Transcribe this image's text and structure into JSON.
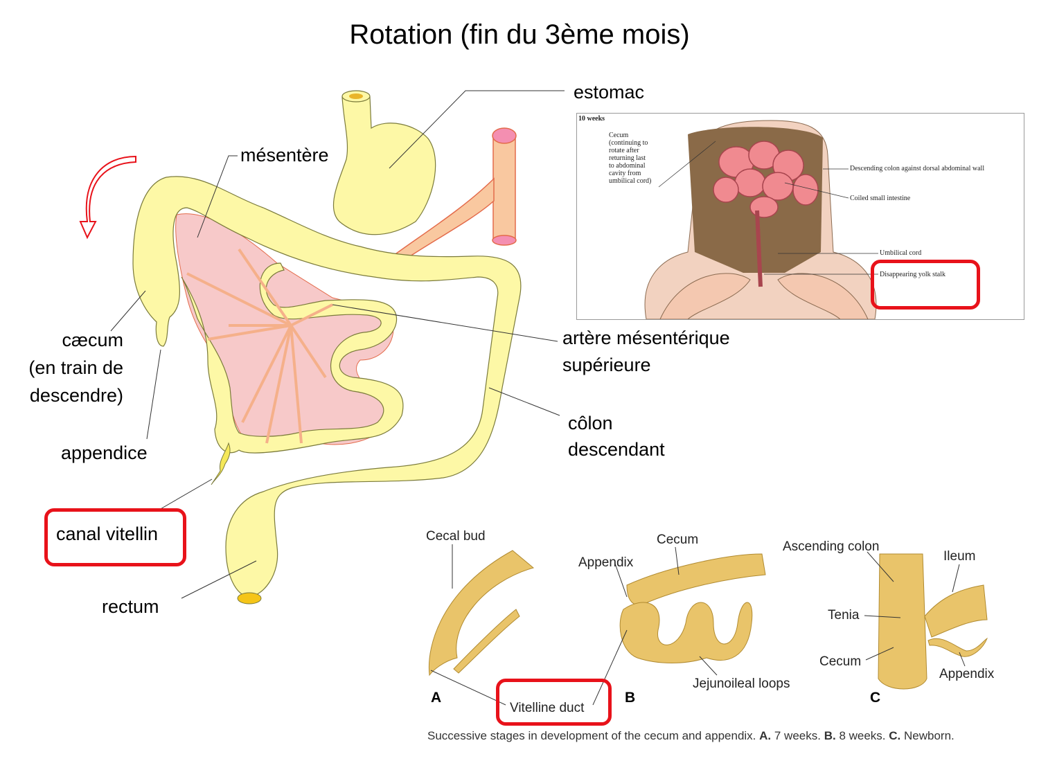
{
  "title": "Rotation (fin du 3ème mois)",
  "labels": {
    "estomac": "estomac",
    "mesentere": "mésentère",
    "caecum_1": "cæcum",
    "caecum_2": "(en train de",
    "caecum_3": "descendre)",
    "appendice": "appendice",
    "canal_vitellin": "canal vitellin",
    "rectum": "rectum",
    "artere_1": "artère mésentérique",
    "artere_2": "supérieure",
    "colon_1": "côlon",
    "colon_2": "descendant"
  },
  "figure_10w": {
    "stage": "10 weeks",
    "cecum_note": [
      "Cecum",
      "(continuing to",
      "rotate after",
      "returning last",
      "to abdominal",
      "cavity from",
      "umbilical cord)"
    ],
    "descending_colon": "Descending colon against dorsal abdominal wall",
    "coiled_small_intestine": "Coiled small intestine",
    "umbilical_cord": "Umbilical cord",
    "yolk_stalk": "Disappearing yolk stalk"
  },
  "figure_stages": {
    "cecal_bud": "Cecal bud",
    "cecum_b": "Cecum",
    "appendix_b": "Appendix",
    "jejunoileal_loops": "Jejunoileal loops",
    "vitelline_duct": "Vitelline duct",
    "ascending_colon": "Ascending colon",
    "ileum": "Ileum",
    "tenia": "Tenia",
    "cecum_c": "Cecum",
    "appendix_c": "Appendix",
    "letter_a": "A",
    "letter_b": "B",
    "letter_c": "C",
    "caption_text": "Successive stages in development of the cecum and appendix.",
    "caption_a": "A.",
    "caption_a_text": "7 weeks.",
    "caption_b": "B.",
    "caption_b_text": "8 weeks.",
    "caption_c": "C.",
    "caption_c_text": "Newborn."
  },
  "colors": {
    "gut": "#fdf8a6",
    "gut_outline": "#7a7a3a",
    "mesentery": "#f7c9c9",
    "artery": "#f9c8a0",
    "artery_outline": "#e36a4a",
    "highlight": "#e8121a",
    "tan": "#e9c46a"
  }
}
